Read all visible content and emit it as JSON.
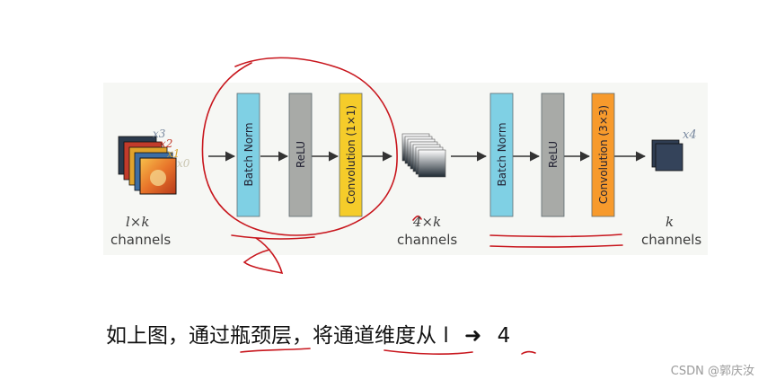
{
  "diagram": {
    "input": {
      "stack_labels": [
        "x3",
        "x2",
        "x1",
        "x0"
      ],
      "size": "l×k",
      "channels": "channels"
    },
    "group1": {
      "layers": [
        {
          "label": "Batch Norm",
          "color": "#7fd0e4"
        },
        {
          "label": "ReLU",
          "color": "#a8aaa7"
        },
        {
          "label": "Convolution (1×1)",
          "color": "#f5cc2a"
        }
      ]
    },
    "middle": {
      "size": "4×k",
      "channels": "channels"
    },
    "group2": {
      "layers": [
        {
          "label": "Batch Norm",
          "color": "#7fd0e4"
        },
        {
          "label": "ReLU",
          "color": "#a8aaa7"
        },
        {
          "label": "Convolution (3×3)",
          "color": "#f79a2c"
        }
      ]
    },
    "output": {
      "label": "x4",
      "size": "k",
      "channels": "channels"
    }
  },
  "caption": {
    "prefix": "如上图，通过瓶颈层，将通道维度从",
    "from": "l",
    "arrow": "➜",
    "to": "4"
  },
  "watermark": "CSDN @郭庆汝",
  "colors": {
    "annotation": "#c8161d",
    "arrow": "#333333",
    "panel": "#f6f7f4"
  }
}
